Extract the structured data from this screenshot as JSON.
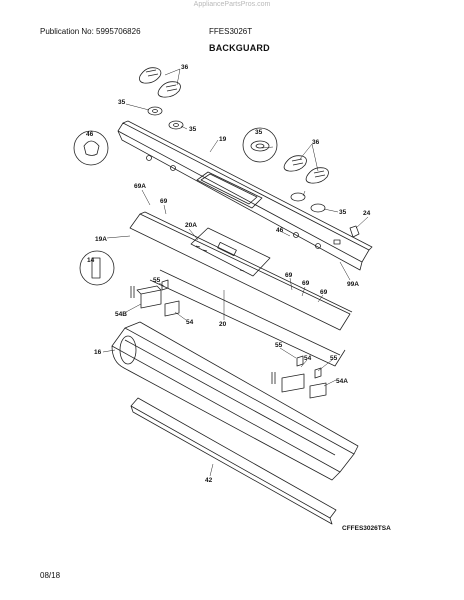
{
  "header": {
    "site": "AppliancePartsPros.com",
    "publication": "Publication No: 5995706826",
    "model": "FFES3026T",
    "section_title": "BACKGUARD"
  },
  "footer": {
    "date": "08/18"
  },
  "diagram": {
    "callouts": [
      "36",
      "35",
      "35",
      "46",
      "19",
      "35",
      "36",
      "35",
      "24",
      "69A",
      "69",
      "20A",
      "46",
      "19A",
      "14",
      "55",
      "69",
      "69",
      "69",
      "99A",
      "54B",
      "54",
      "20",
      "16",
      "55",
      "54",
      "55",
      "54A",
      "42"
    ],
    "code": "CFFES3026TSA"
  }
}
